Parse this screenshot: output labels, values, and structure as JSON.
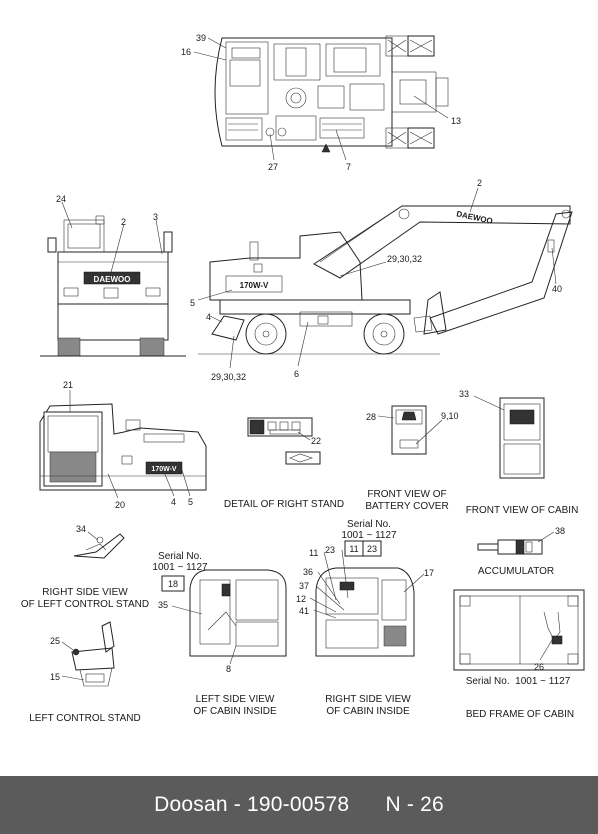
{
  "captions": {
    "right_stand_detail": "DETAIL OF RIGHT STAND",
    "battery_cover_line1": "FRONT VIEW OF",
    "battery_cover_line2": "BATTERY COVER",
    "cabin_front": "FRONT VIEW OF CABIN",
    "right_side_view_line1": "RIGHT SIDE VIEW",
    "right_side_view_line2": "OF LEFT CONTROL STAND",
    "accumulator": "ACCUMULATOR",
    "left_control_stand": "LEFT CONTROL STAND",
    "cabin_left_line1": "LEFT SIDE VIEW",
    "cabin_left_line2": "OF CABIN INSIDE",
    "cabin_right_line1": "RIGHT SIDE VIEW",
    "cabin_right_line2": "OF CABIN INSIDE",
    "bed_frame": "BED FRAME OF CABIN"
  },
  "serial_labels": {
    "left_label": "Serial No.",
    "left_range": "1001 ~ 1127",
    "right_label": "Serial No.",
    "right_range": "1001 ~ 1127",
    "bed_frame": "Serial No.  1001 ~ 1127"
  },
  "brand_text": "DAEWOO",
  "model_text": "170W-V",
  "callouts": {
    "c39": "39",
    "c16": "16",
    "c13": "13",
    "c27": "27",
    "c7": "7",
    "c24": "24",
    "c2a": "2",
    "c3": "3",
    "c2b": "2",
    "c40": "40",
    "c29a": "29,30,32",
    "c5a": "5",
    "c4a": "4",
    "c29b": "29,30,32",
    "c6": "6",
    "c21": "21",
    "c20": "20",
    "c4b": "4",
    "c5b": "5",
    "c22": "22",
    "c28": "28",
    "c910": "9,10",
    "c33": "33",
    "c34": "34",
    "c38": "38",
    "c18": "18",
    "c35": "35",
    "c8": "8",
    "c11a": "11",
    "c23a": "23",
    "c11b": "11",
    "c23b": "23",
    "c36": "36",
    "c37": "37",
    "c12": "12",
    "c41": "41",
    "c17": "17",
    "c25": "25",
    "c15": "15",
    "c26": "26"
  },
  "footer": {
    "brand": "Doosan",
    "sep": " - ",
    "part_number": "190-00578",
    "page": "N - 26"
  }
}
